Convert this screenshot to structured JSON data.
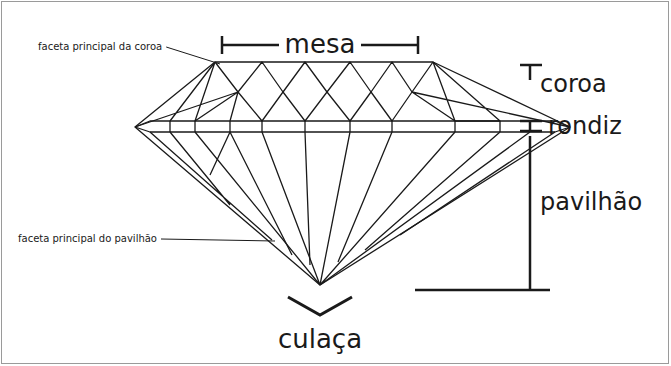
{
  "diagram": {
    "labels": [
      "mesa",
      "faceta principal da coroa",
      "coroa",
      "rondiz",
      "pavilhão",
      "faceta principal do pavilhão",
      "culaça"
    ]
  }
}
